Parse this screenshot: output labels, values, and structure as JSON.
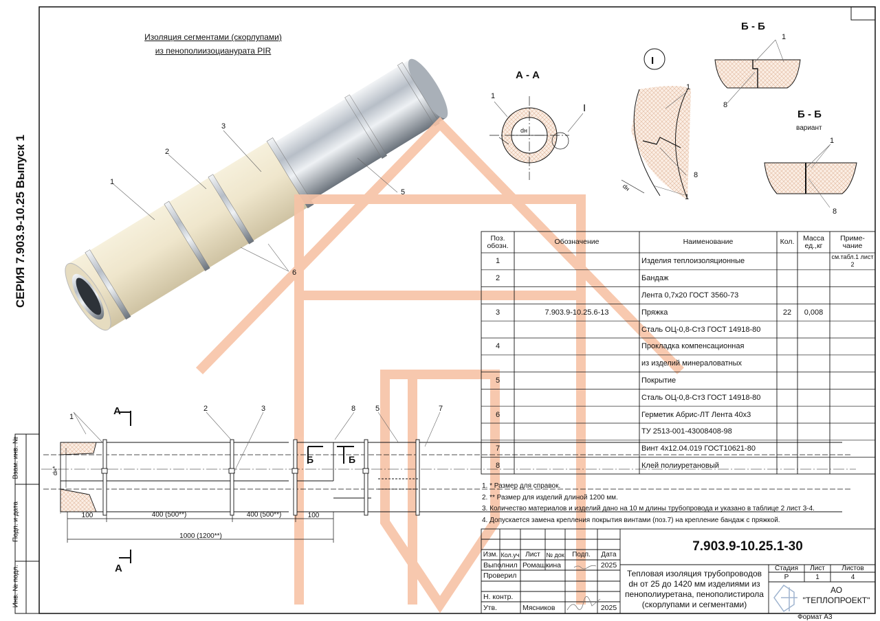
{
  "series_title": "СЕРИЯ 7.903.9-10.25 Выпуск 1",
  "stamp_strip": [
    "Взам. инв. №",
    "Подп. и дата",
    "Инв. № подл."
  ],
  "drawing_title": [
    "Изоляция сегментами (скорлупами)",
    "из пенополиизоцианурата PIR"
  ],
  "views": {
    "aa": "А - А",
    "detail": "I",
    "bb": "Б - Б",
    "bb_variant": "Б - Б",
    "variant_label": "вариант",
    "section_a": "А",
    "section_b": "Б",
    "dn": "dн",
    "dn_star": "dн*",
    "callouts": [
      "1",
      "2",
      "3",
      "5",
      "6",
      "7",
      "8"
    ]
  },
  "dimensions": [
    "100",
    "400 (500**)",
    "400 (500**)",
    "100",
    "1000 (1200**)"
  ],
  "spec_table": {
    "headers": [
      "Поз. обозн.",
      "Обозначение",
      "Наименование",
      "Кол.",
      "Масса ед.,кг",
      "Приме- чание"
    ],
    "rows": [
      [
        "1",
        "",
        "Изделия теплоизоляционные",
        "",
        "",
        "см.табл.1 лист 2"
      ],
      [
        "2",
        "",
        "Бандаж",
        "",
        "",
        ""
      ],
      [
        "",
        "",
        "Лента 0,7х20 ГОСТ 3560-73",
        "",
        "",
        ""
      ],
      [
        "3",
        "7.903.9-10.25.6-13",
        "Пряжка",
        "22",
        "0,008",
        ""
      ],
      [
        "",
        "",
        "Сталь ОЦ-0,8-Ст3 ГОСТ 14918-80",
        "",
        "",
        ""
      ],
      [
        "4",
        "",
        "Прокладка компенсационная",
        "",
        "",
        ""
      ],
      [
        "",
        "",
        "из изделий минераловатных",
        "",
        "",
        ""
      ],
      [
        "5",
        "",
        "Покрытие",
        "",
        "",
        ""
      ],
      [
        "",
        "",
        "Сталь ОЦ-0,8-Ст3 ГОСТ 14918-80",
        "",
        "",
        ""
      ],
      [
        "6",
        "",
        "Герметик Абрис-ЛТ Лента 40х3",
        "",
        "",
        ""
      ],
      [
        "",
        "",
        "ТУ 2513-001-43008408-98",
        "",
        "",
        ""
      ],
      [
        "7",
        "",
        "Винт 4х12.04.019  ГОСТ10621-80",
        "",
        "",
        ""
      ],
      [
        "8",
        "",
        "Клей полиуретановый",
        "",
        "",
        ""
      ]
    ]
  },
  "notes": [
    "1. * Размер для справок.",
    "2. ** Размер для изделий длиной 1200 мм.",
    "3. Количество материалов и изделий дано на 10 м длины трубопровода и указано в таблице 2 лист 3-4.",
    "4. Допускается замена крепления покрытия винтами (поз.7) на крепление бандаж с пряжкой."
  ],
  "title_block": {
    "doc_number": "7.903.9-10.25.1-30",
    "headers": [
      "Изм.",
      "Кол.уч",
      "Лист",
      "№ док",
      "Подп.",
      "Дата"
    ],
    "roles": [
      {
        "role": "Выполнил",
        "name": "Ромашкина",
        "date": "2025"
      },
      {
        "role": "Проверил",
        "name": "",
        "date": ""
      },
      {
        "role": "",
        "name": "",
        "date": ""
      },
      {
        "role": "Н. контр.",
        "name": "",
        "date": ""
      },
      {
        "role": "Утв.",
        "name": "Мясников",
        "date": "2025"
      }
    ],
    "description": "Тепловая изоляция трубопроводов dн от 25 до 1420 мм изделиями из пенополиуретана, пенополистирола (скорлупами и сегментами)",
    "stage_headers": [
      "Стадия",
      "Лист",
      "Листов"
    ],
    "stage_values": [
      "Р",
      "1",
      "4"
    ],
    "company": [
      "АО",
      "\"ТЕПЛОПРОЕКТ\""
    ],
    "format": "Формат А3"
  },
  "colors": {
    "watermark": "#f7c3a6",
    "insulation": "#efe6cc",
    "line": "#111111"
  }
}
